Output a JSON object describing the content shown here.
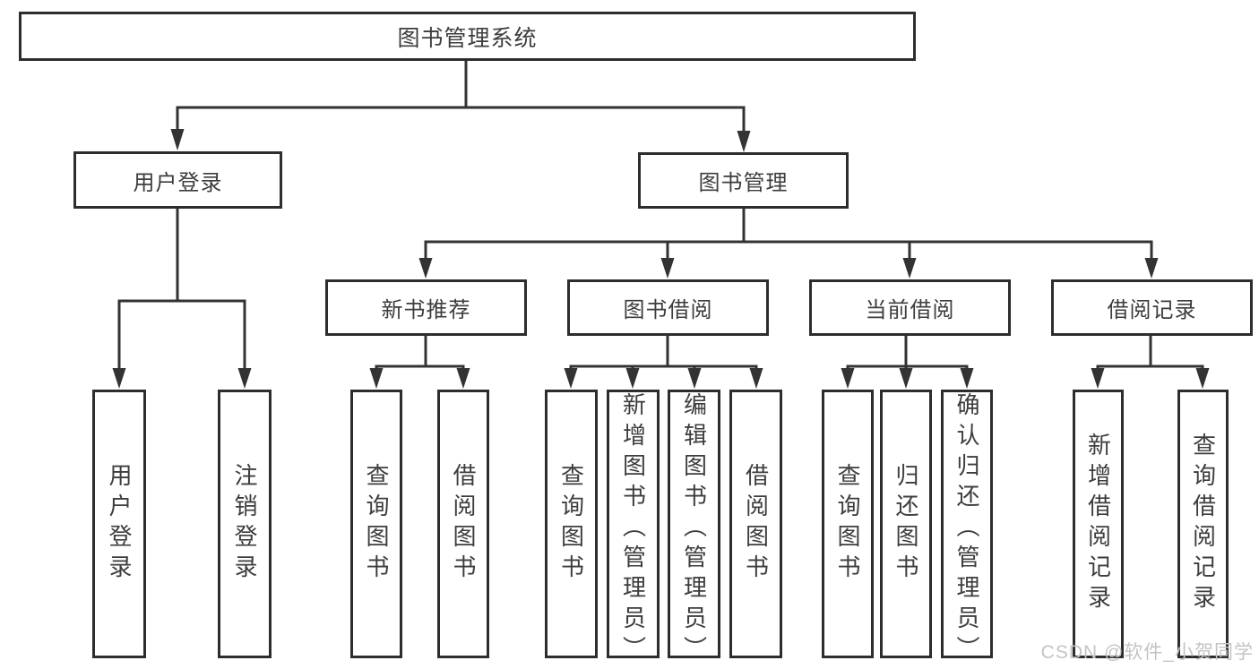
{
  "diagram": {
    "root": {
      "label": "图书管理系统"
    },
    "branches": [
      {
        "label": "用户登录",
        "leaves": [
          "用户登录",
          "注销登录"
        ]
      },
      {
        "label": "图书管理",
        "groups": [
          {
            "label": "新书推荐",
            "leaves": [
              "查询图书",
              "借阅图书"
            ]
          },
          {
            "label": "图书借阅",
            "leaves": [
              "查询图书",
              "新增图书（管理员）",
              "编辑图书（管理员）",
              "借阅图书"
            ]
          },
          {
            "label": "当前借阅",
            "leaves": [
              "查询图书",
              "归还图书",
              "确认归还（管理员）"
            ]
          },
          {
            "label": "借阅记录",
            "leaves": [
              "新增借阅记录",
              "查询借阅记录"
            ]
          }
        ]
      }
    ]
  },
  "watermark": {
    "text": "CSDN @软件_小贺同学"
  },
  "colors": {
    "line": "#333333",
    "box_border": "#2d2d2d",
    "text": "#3d3d3d",
    "background": "#ffffff",
    "watermark": "#c4c4c4"
  }
}
